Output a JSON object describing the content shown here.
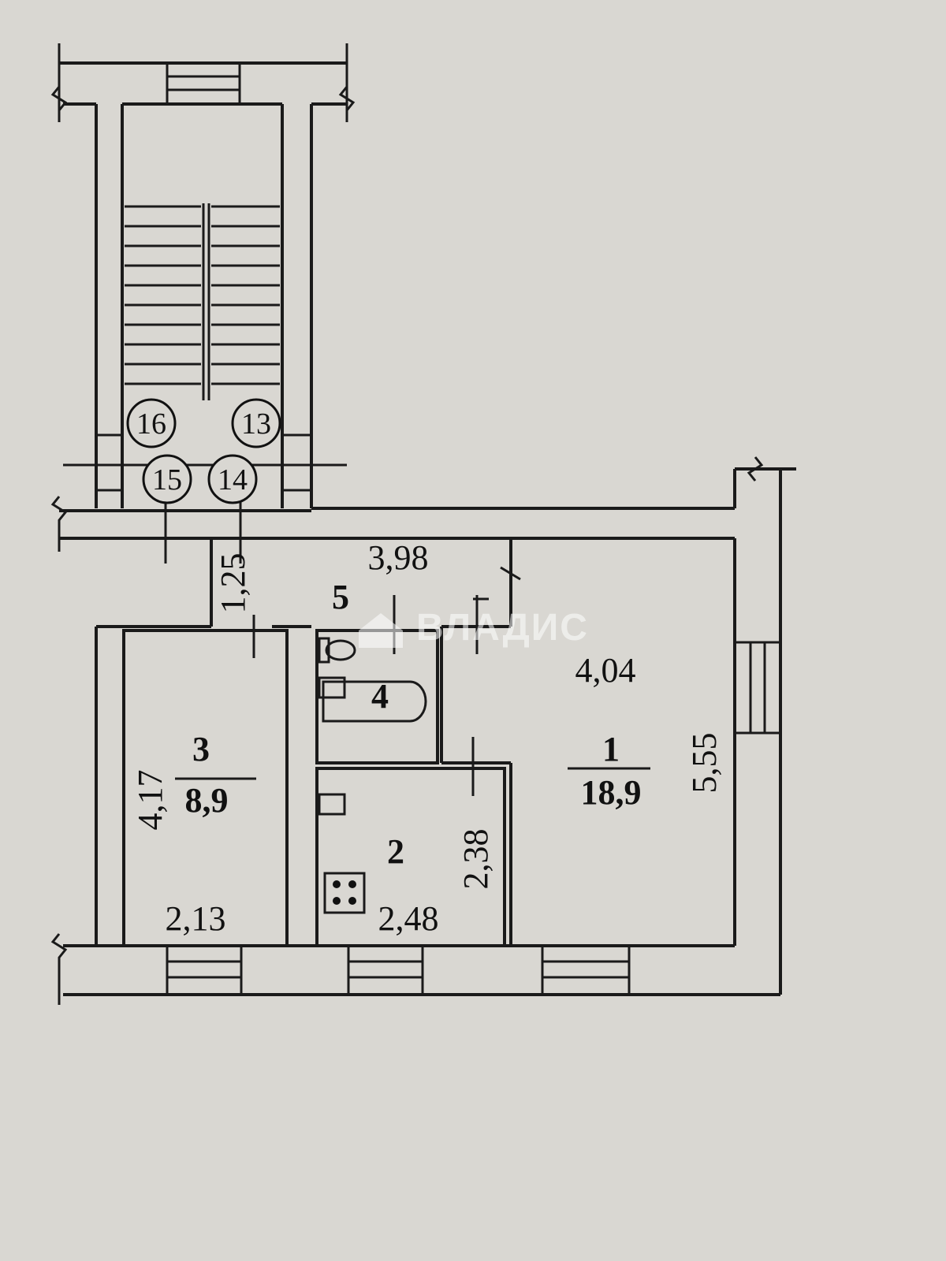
{
  "units": [
    "16",
    "13",
    "15",
    "14"
  ],
  "rooms": [
    {
      "number": "1",
      "area": "18,9"
    },
    {
      "number": "2"
    },
    {
      "number": "3",
      "area": "8,9"
    },
    {
      "number": "4"
    },
    {
      "number": "5"
    }
  ],
  "dimensions": {
    "corridor_length": "3,98",
    "corridor_width": "1,25",
    "room1_width": "4,04",
    "room1_length": "5,55",
    "room2_width": "2,48",
    "room2_length": "2,38",
    "room3_width": "2,13",
    "room3_length": "4,17"
  },
  "watermark": "ВЛАДИС"
}
